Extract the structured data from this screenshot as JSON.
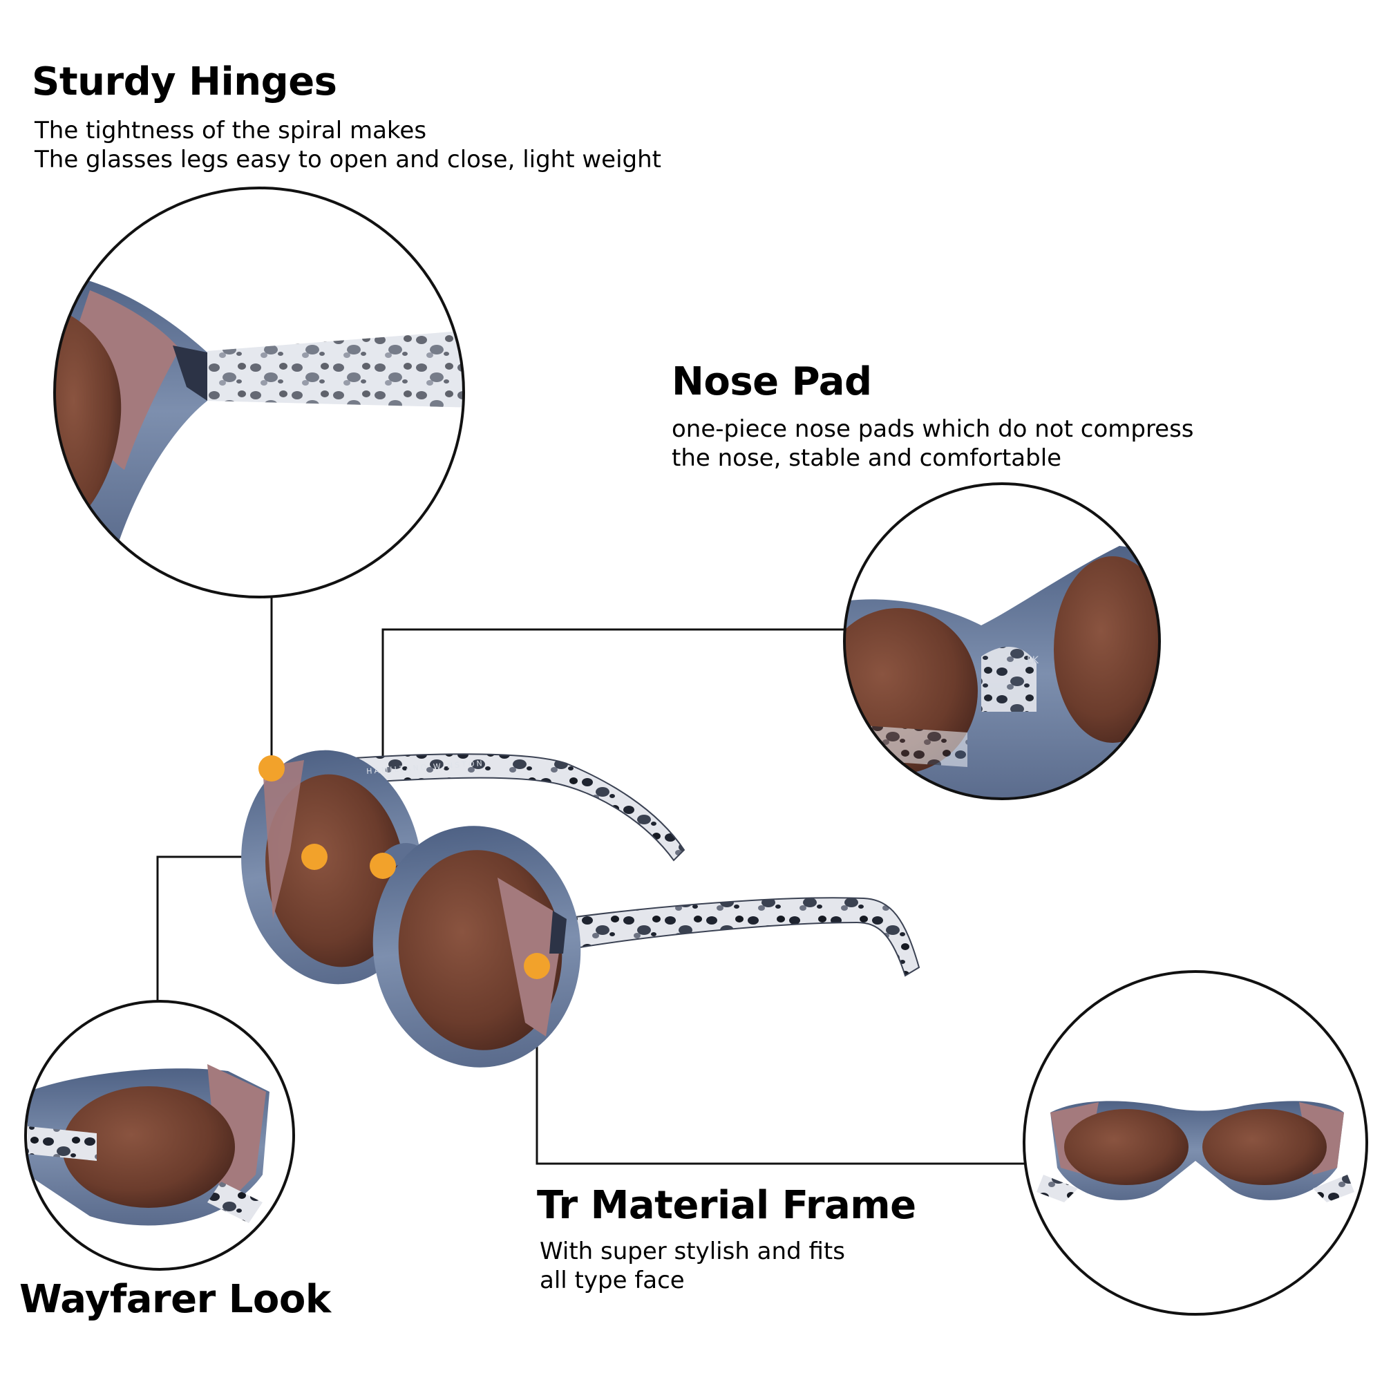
{
  "features": {
    "sturdy_hinges": {
      "title": "Sturdy Hinges",
      "lines": [
        "The tightness of the spiral makes",
        "The glasses legs easy to open and close, light weight"
      ]
    },
    "nose_pad": {
      "title": "Nose Pad",
      "lines": [
        "one-piece nose pads which do not compress",
        "the nose, stable and comfortable"
      ]
    },
    "tr_material_frame": {
      "title": "Tr Material Frame",
      "lines": [
        "With super stylish and fits",
        "all type face"
      ]
    },
    "wayfarer_look": {
      "title": "Wayfarer Look"
    }
  },
  "product": {
    "temple_imprint": "HAMILTANO WINSTON",
    "bridge_imprint": "LK"
  },
  "colors": {
    "frame_blue": "#5d6f91",
    "lens_brown": "#7a4634",
    "accent_pink": "#a47a7d",
    "marker_orange": "#f2a22b",
    "line_black": "#111111"
  }
}
